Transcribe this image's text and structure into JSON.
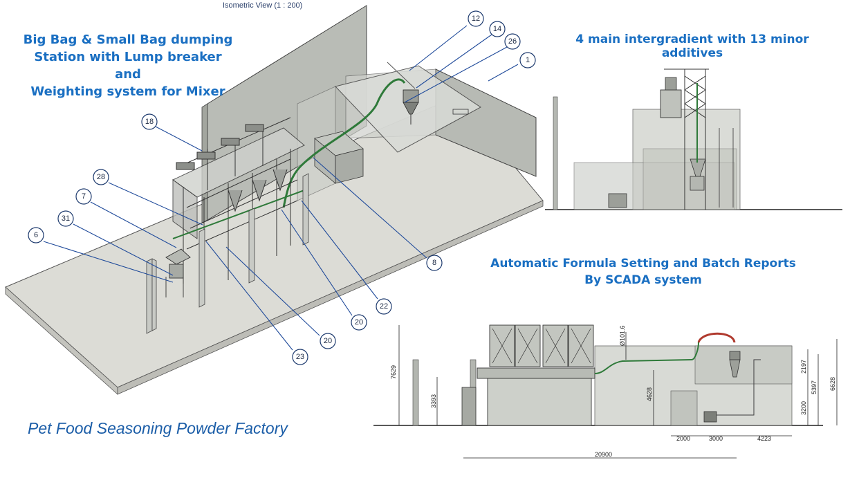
{
  "iso_view_caption": "Isometric View (1 : 200)",
  "headline_left": [
    "Big Bag & Small Bag dumping",
    "Station with Lump breaker and",
    "Weighting system for Mixer"
  ],
  "headline_right": "4 main intergradient with 13 minor additives",
  "headline_scada": [
    "Automatic Formula Setting and Batch Reports",
    "By SCADA system"
  ],
  "factory_name": "Pet Food Seasoning Powder Factory",
  "callouts": [
    "12",
    "14",
    "26",
    "1",
    "18",
    "28",
    "7",
    "31",
    "6",
    "8",
    "22",
    "20",
    "20",
    "23"
  ],
  "dimensions": {
    "height_total_left": "7629",
    "height_left_small": "3393",
    "pipe_diameter": "Ø101.6",
    "height_mid": "4628",
    "height_right_top": "2197",
    "height_right_mid": "5397",
    "height_right_full": "6628",
    "height_right_low": "3200",
    "width_a": "2000",
    "width_b": "3000",
    "width_c": "4223",
    "width_total": "20900"
  },
  "colors": {
    "headline": "#1a6fc2",
    "callout_line": "#1f4a9a",
    "wall": "#b9bcb6",
    "floor": "#dcdcd6",
    "pipe": "#2f7a3a",
    "hose": "#b03a2e"
  }
}
